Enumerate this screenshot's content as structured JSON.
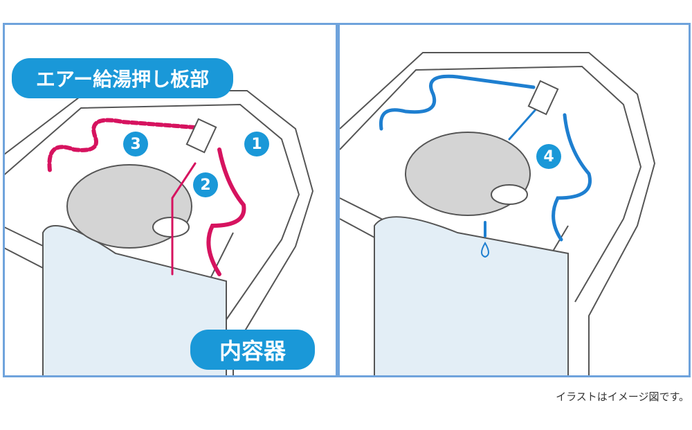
{
  "labels": {
    "air_plate": "エアー給湯押し板部",
    "inner_container": "内容器"
  },
  "steps": [
    "1",
    "2",
    "3",
    "4"
  ],
  "caption": "イラストはイメージ図です。",
  "colors": {
    "border": "#6fa3dc",
    "label_bg": "#1a98d8",
    "hot_flow": "#d6135f",
    "cold_flow": "#1e7fd0",
    "plate": "#d4d4d4",
    "container": "#e3eef6"
  }
}
